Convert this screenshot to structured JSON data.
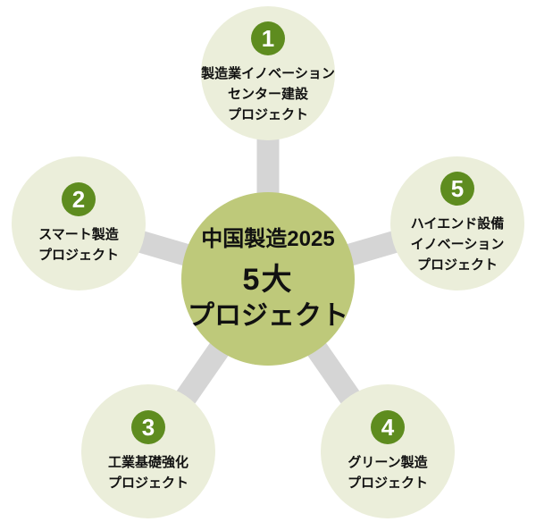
{
  "diagram_title": "中国製造2025 5大プロジェクト",
  "center": {
    "line1": "中国製造2025",
    "line2": "5大",
    "line3": "プロジェクト"
  },
  "nodes": [
    {
      "number": "1",
      "lines": [
        "製造業イノベーション",
        "センター建設",
        "プロジェクト"
      ]
    },
    {
      "number": "2",
      "lines": [
        "スマート製造",
        "プロジェクト"
      ]
    },
    {
      "number": "3",
      "lines": [
        "工業基礎強化",
        "プロジェクト"
      ]
    },
    {
      "number": "4",
      "lines": [
        "グリーン製造",
        "プロジェクト"
      ]
    },
    {
      "number": "5",
      "lines": [
        "ハイエンド設備",
        "イノベーション",
        "プロジェクト"
      ]
    }
  ],
  "colors": {
    "center_fill": "#bec97a",
    "satellite_fill": "#ebeeda",
    "badge_fill": "#5e8c1f",
    "badge_text": "#ffffff",
    "connector": "#d5d5d5",
    "text": "#111111",
    "background": "#ffffff"
  }
}
